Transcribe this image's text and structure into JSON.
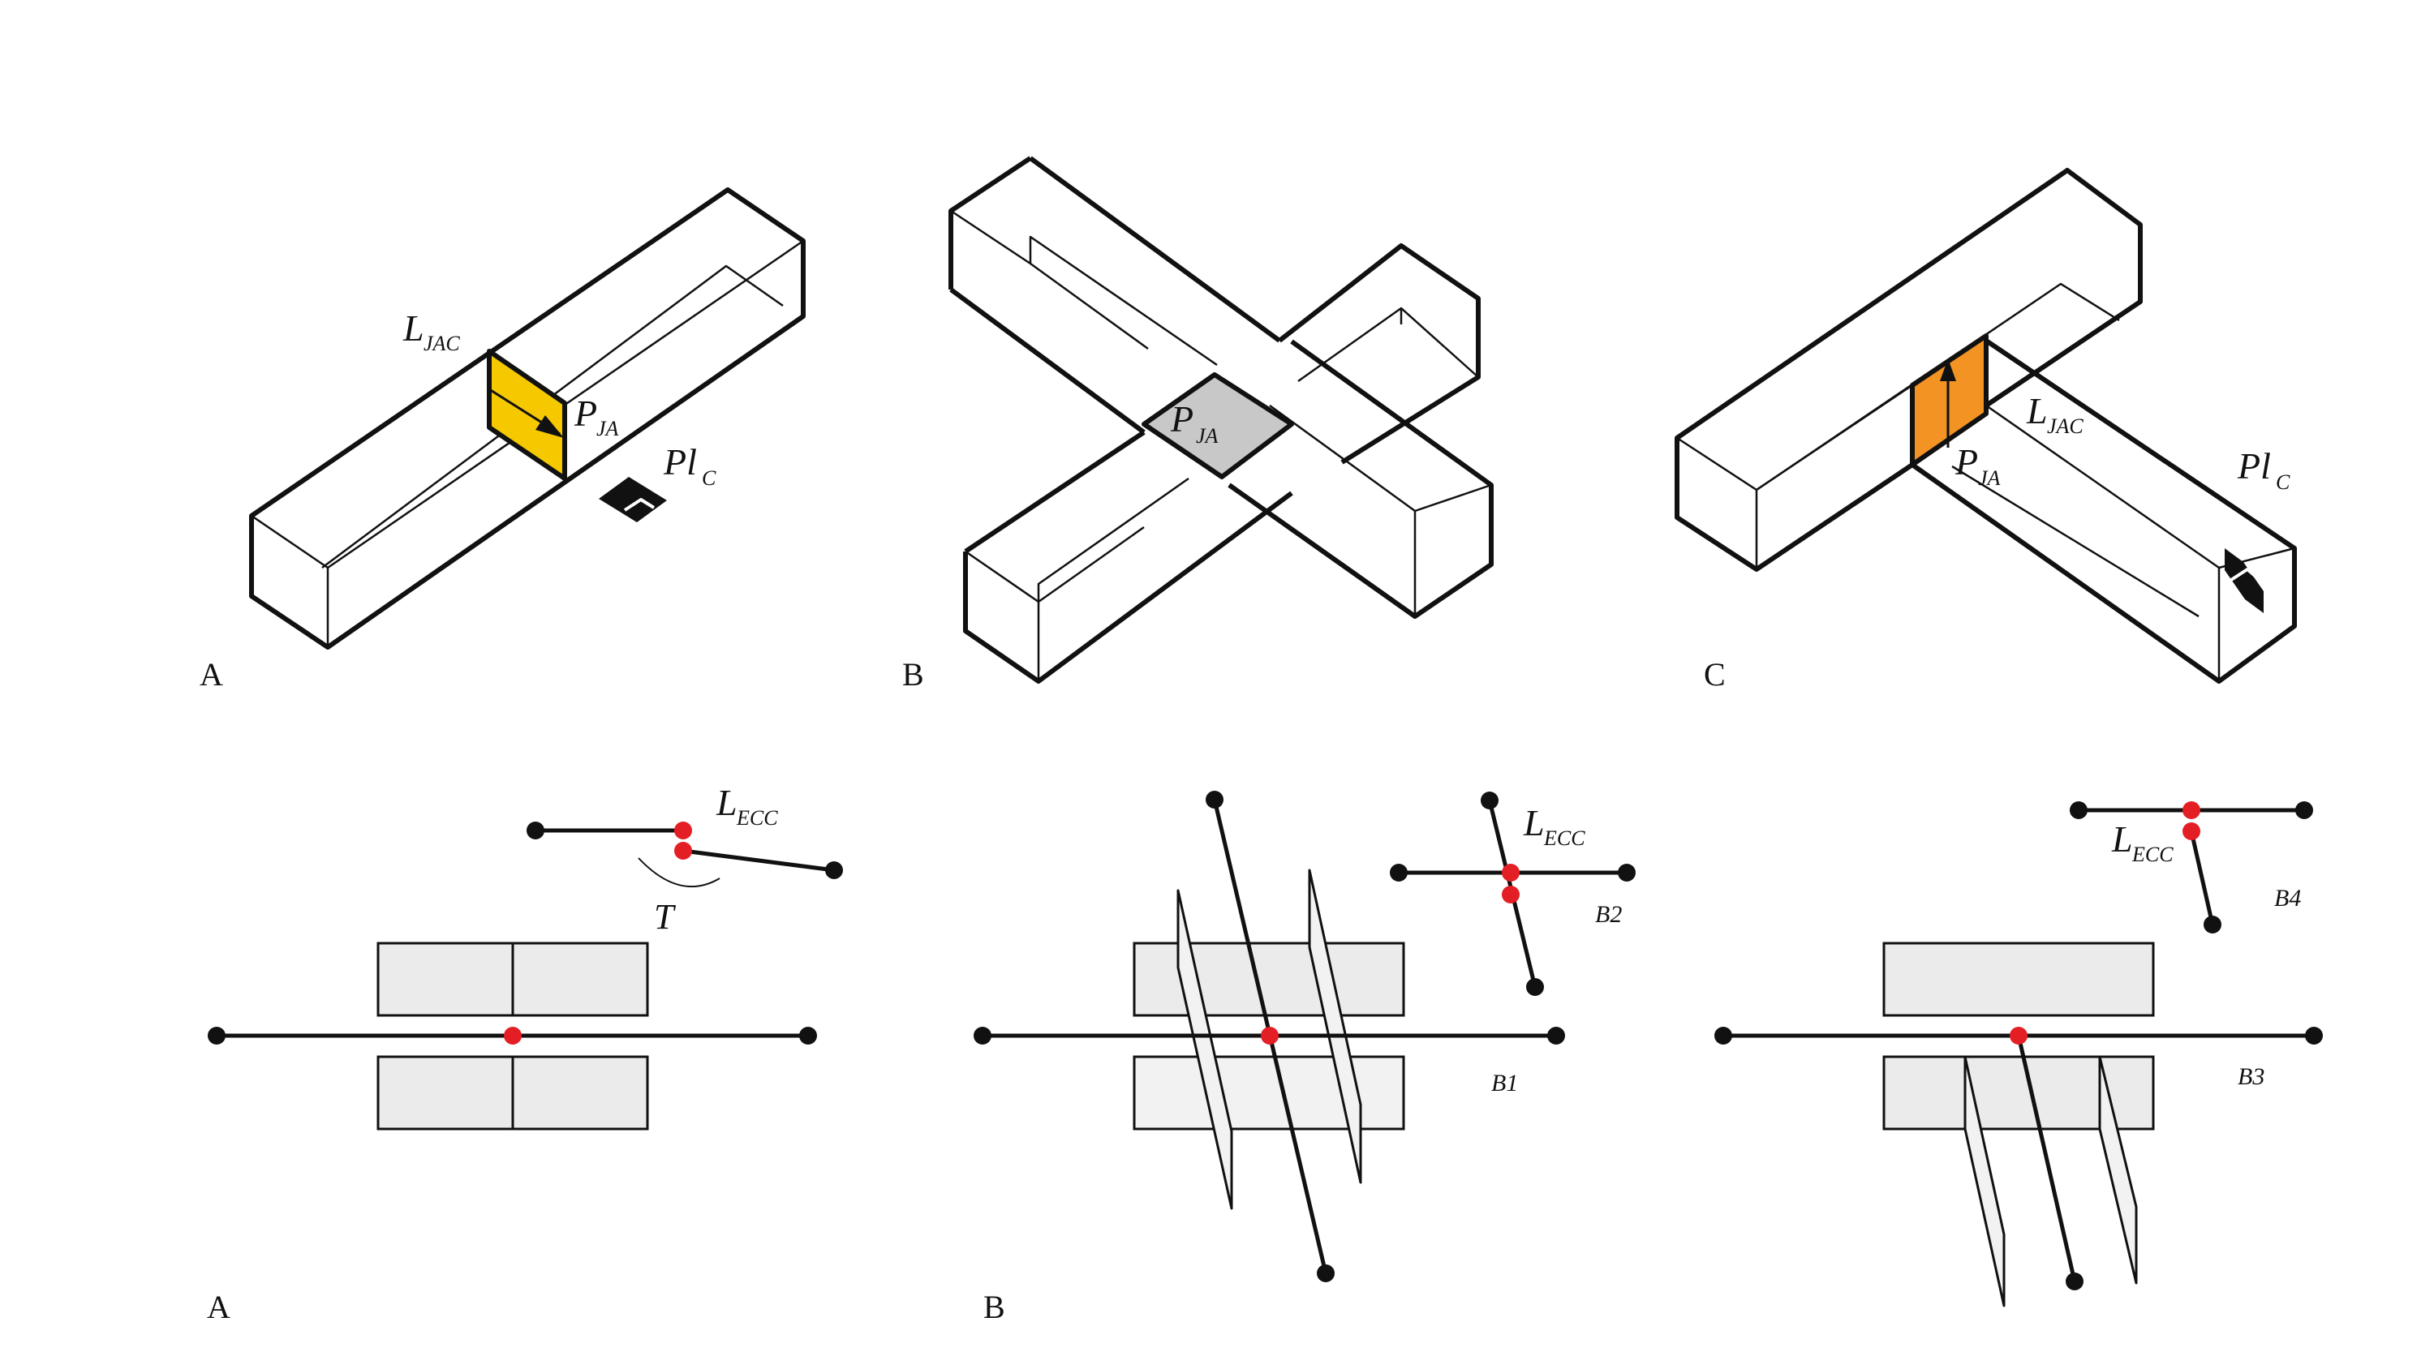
{
  "top_row": {
    "panel_a": {
      "letter": "A",
      "line_label": "L",
      "line_sub": "JAC",
      "point_label": "P",
      "point_sub": "JA",
      "plane_label": "Pl",
      "plane_sub": "C",
      "face_color": "#F5C800"
    },
    "panel_b": {
      "letter": "B",
      "point_label": "P",
      "point_sub": "JA",
      "face_color": "#C8C8C8"
    },
    "panel_c": {
      "letter": "C",
      "line_label": "L",
      "line_sub": "JAC",
      "point_label": "P",
      "point_sub": "JA",
      "plane_label": "Pl",
      "plane_sub": "C",
      "face_color": "#F39324"
    }
  },
  "bottom_row": {
    "panel_a": {
      "letter": "A",
      "line_label": "L",
      "line_sub": "ECC",
      "angle_label": "T"
    },
    "panel_b": {
      "letter": "B",
      "view1_label": "B1",
      "view2_label": "B2",
      "line_label": "L",
      "line_sub": "ECC"
    },
    "panel_c": {
      "view3_label": "B3",
      "view4_label": "B4",
      "line_label": "L",
      "line_sub": "ECC"
    }
  },
  "colors": {
    "joint_point": "#E31E24",
    "endpoint": "#111111",
    "block_fill": "#EBEBEB",
    "plane_fill": "#F2F2F2"
  }
}
